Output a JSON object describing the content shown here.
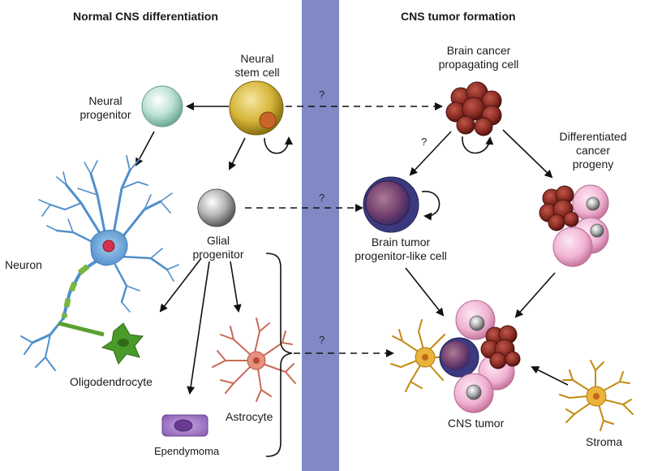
{
  "headers": {
    "left": "Normal CNS differentiation",
    "right": "CNS tumor formation"
  },
  "labels": {
    "neural_stem_cell_1": "Neural",
    "neural_stem_cell_2": "stem cell",
    "neural_progenitor_1": "Neural",
    "neural_progenitor_2": "progenitor",
    "neuron": "Neuron",
    "glial_progenitor_1": "Glial",
    "glial_progenitor_2": "progenitor",
    "oligodendrocyte": "Oligodendrocyte",
    "astrocyte": "Astrocyte",
    "ependymoma": "Ependymoma",
    "bcpc_1": "Brain cancer",
    "bcpc_2": "propagating cell",
    "differentiated_1": "Differentiated",
    "differentiated_2": "cancer",
    "differentiated_3": "progeny",
    "btplc_1": "Brain tumor",
    "btplc_2": "progenitor-like cell",
    "cns_tumor": "CNS tumor",
    "stroma": "Stroma"
  },
  "question_marks": {
    "q1": "?",
    "q2": "?",
    "q3": "?",
    "q4": "?"
  },
  "colors": {
    "divider": "#8089c4",
    "neural_progenitor": "#a9d8cb",
    "stem_cell": "#d8b838",
    "stem_nucleus": "#c8662a",
    "glial": "#9a9a9a",
    "neuron": "#5b9bd5",
    "neuron_nucleus": "#d6304a",
    "axon_green": "#6dab3a",
    "oligodendrocyte": "#4a9a2a",
    "astrocyte": "#e08a78",
    "ependymoma": "#a27cc6",
    "cancer_cell": "#8a2a22",
    "progenitor_like": "#5d4488",
    "pink_cell": "#f2b8d8",
    "stroma": "#e8a820"
  }
}
